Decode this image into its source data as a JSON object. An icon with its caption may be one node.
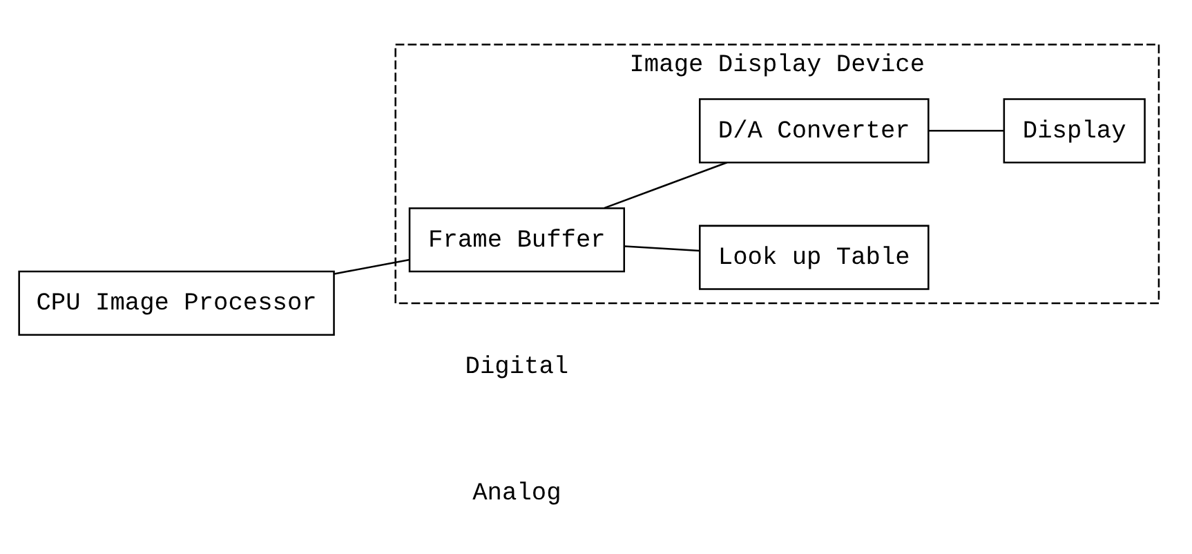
{
  "diagram": {
    "nodes": [
      {
        "text": [
          "Image Display Device"
        ]
      },
      {
        "text": [
          "CPU Image Processor"
        ]
      },
      {
        "text": [
          "Frame Buffer"
        ],
        "in": 0
      },
      {
        "text": [
          "Look up Table"
        ],
        "in": 0
      },
      {
        "text": [
          "D/A Converter"
        ],
        "in": 0
      },
      {
        "text": [
          "Display"
        ],
        "in": 0
      }
    ],
    "edges": [
      {
        "from": 1,
        "to": 2,
        "arrow": "none"
      },
      {
        "from": 2,
        "to": 4,
        "arrow": "none"
      },
      {
        "from": 2,
        "to": 3,
        "arrow": "none"
      },
      {
        "from": 4,
        "to": 5,
        "arrow": "none"
      }
    ],
    "labels": [
      "Digital",
      "Analog"
    ]
  }
}
